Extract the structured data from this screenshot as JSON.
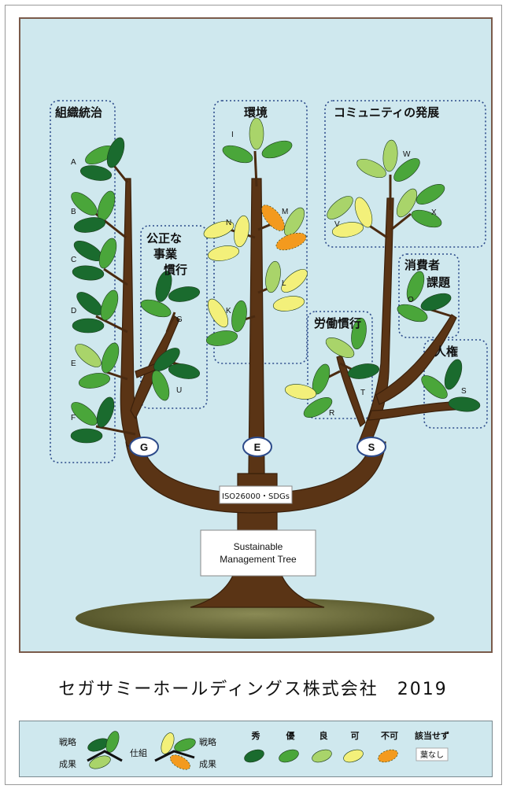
{
  "categories": {
    "governance": "組織統治",
    "environment": "環境",
    "community": "コミュニティの発展",
    "fair_line1": "公正な",
    "fair_line2": "事業",
    "fair_line3": "慣行",
    "labor": "労働慣行",
    "consumer_line1": "消費者",
    "consumer_line2": "課題",
    "human_rights": "人権"
  },
  "leaf_letters": [
    "A",
    "B",
    "C",
    "D",
    "E",
    "F",
    "G",
    "U",
    "I",
    "N",
    "M",
    "L",
    "K",
    "V",
    "W",
    "X",
    "O",
    "T",
    "R",
    "S"
  ],
  "pillars": {
    "g": "G",
    "e": "E",
    "s": "S"
  },
  "trunk_label": "ISO26000・SDGs",
  "sign": {
    "line1": "Sustainable",
    "line2": "Management Tree"
  },
  "company": "セガサミーホールディングス株式会社　2019",
  "legend": {
    "strategy": "戦略",
    "result": "成果",
    "mechanism": "仕組",
    "ratings": [
      "秀",
      "優",
      "良",
      "可",
      "不可"
    ],
    "na_title": "該当せず",
    "na_label": "葉なし"
  },
  "colors": {
    "excellent": "#1a6b2e",
    "very_good": "#4aa63a",
    "good": "#a9d46a",
    "fair": "#f3f07a",
    "poor": "#f39a1e",
    "trunk": "#5a3415",
    "background": "#cfe8ee"
  }
}
